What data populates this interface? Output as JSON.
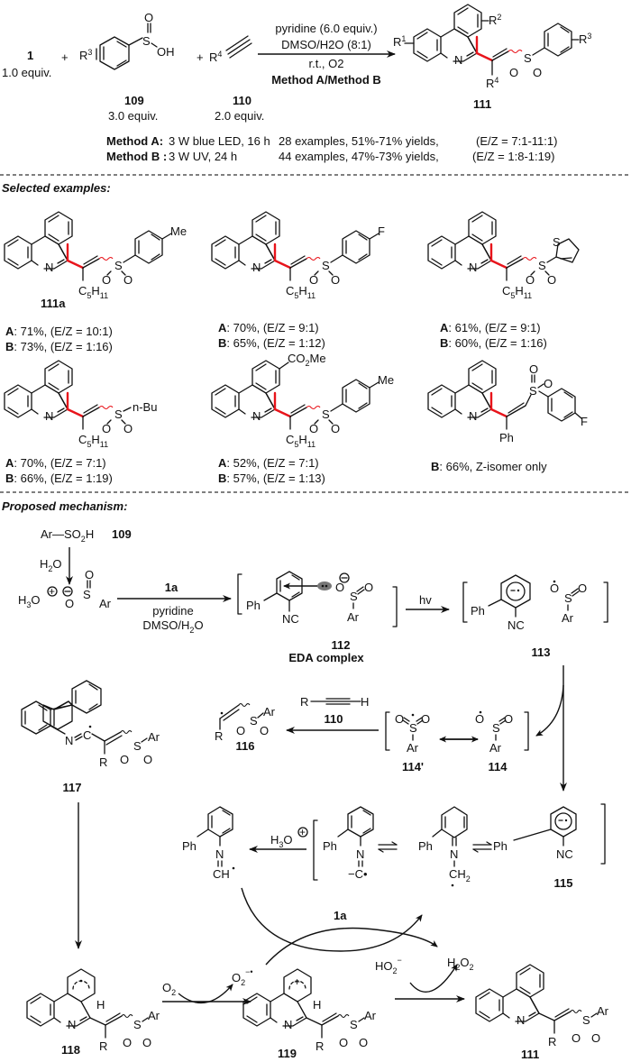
{
  "header": {
    "reactant1_label": "1",
    "reactant1_equiv": "1.0 equiv.",
    "plus": "+",
    "reactant2_label": "109",
    "reactant2_equiv": "3.0 equiv.",
    "reactant2_substituent": "R3",
    "reactant2_group": "OH",
    "reactant3_label": "110",
    "reactant3_equiv": "2.0 equiv.",
    "reactant3_substituent": "R4",
    "conditions": [
      "pyridine (6.0 equiv.)",
      "DMSO/H2O (8:1)",
      "r.t., O2",
      "Method A/Method B"
    ],
    "product_label": "111",
    "product_substituents": [
      "R1",
      "R2",
      "R3",
      "R4"
    ]
  },
  "methods": [
    {
      "name": "Method A:",
      "conditions": "3 W blue LED, 16 h",
      "summary": "28 examples, 51%-71% yields,",
      "ez": "(E/Z = 7:1-11:1)"
    },
    {
      "name": "Method B :",
      "conditions": "3 W UV, 24 h",
      "summary": "44 examples, 47%-73% yields,",
      "ez": "(E/Z = 1:8-1:19)"
    }
  ],
  "selected_examples": {
    "heading": "Selected examples:",
    "items": [
      {
        "label": "111a",
        "substituent": "Me",
        "alkyl": "C5H11",
        "lines": [
          {
            "method": "A",
            "text": ": 71%,  (E/Z = 10:1)"
          },
          {
            "method": "B",
            "text": ": 73%,  (E/Z = 1:16)"
          }
        ]
      },
      {
        "label": "",
        "substituent": "F",
        "alkyl": "C5H11",
        "lines": [
          {
            "method": "A",
            "text": ": 70%,  (E/Z = 9:1)"
          },
          {
            "method": "B",
            "text": ": 65%,  (E/Z = 1:12)"
          }
        ]
      },
      {
        "label": "",
        "substituent": "S",
        "alkyl": "C5H11",
        "lines": [
          {
            "method": "A",
            "text": ": 61%,  (E/Z = 9:1)"
          },
          {
            "method": "B",
            "text": ": 60%,  (E/Z = 1:16)"
          }
        ]
      },
      {
        "label": "",
        "substituent": "n-Bu",
        "alkyl": "C5H11",
        "lines": [
          {
            "method": "A",
            "text": ": 70%,  (E/Z = 7:1)"
          },
          {
            "method": "B",
            "text": ": 66%,  (E/Z = 1:19)"
          }
        ]
      },
      {
        "label": "",
        "substituent": "Me",
        "ester": "CO2Me",
        "alkyl": "C5H11",
        "lines": [
          {
            "method": "A",
            "text": ": 52%,  (E/Z = 7:1)"
          },
          {
            "method": "B",
            "text": ": 57%,  (E/Z = 1:13)"
          }
        ]
      },
      {
        "label": "",
        "substituent": "F",
        "alkyl": "Ph",
        "lines": [
          {
            "method": "B",
            "text": ": 66%, Z-isomer only"
          }
        ]
      }
    ]
  },
  "mechanism": {
    "heading": "Proposed mechanism:",
    "start": "Ar—SO2H",
    "start_label": "109",
    "water": "H2O",
    "hydronium": "H3O",
    "arrow1_top": "1a",
    "arrow1_bottom": [
      "pyridine",
      "DMSO/H2O"
    ],
    "eda_label": "112",
    "eda_caption": "EDA complex",
    "hv": "hv",
    "radical_pair_label": "113",
    "alkyne": "R",
    "alkyne_label": "110",
    "sulfonyl_res_label": "114'",
    "sulfonyl_label": "114",
    "vinyl_label": "116",
    "imidoyl_label": "117",
    "anion_label": "115",
    "recycled": "1a",
    "cyclized_label": "118",
    "cation_label": "119",
    "o2": "O2",
    "superoxide": "O2•−",
    "hydroperoxide": "HO2−",
    "h2o2": "H2O2",
    "final_label": "111",
    "atoms": {
      "ph": "Ph",
      "nc": "NC",
      "ar": "Ar",
      "s": "S",
      "o": "O",
      "n": "N",
      "r": "R",
      "h": "H",
      "c": "C",
      "ch": "CH",
      "ch2": "CH2"
    }
  },
  "colors": {
    "highlight_bond": "#e8141b",
    "ink": "#111111"
  }
}
